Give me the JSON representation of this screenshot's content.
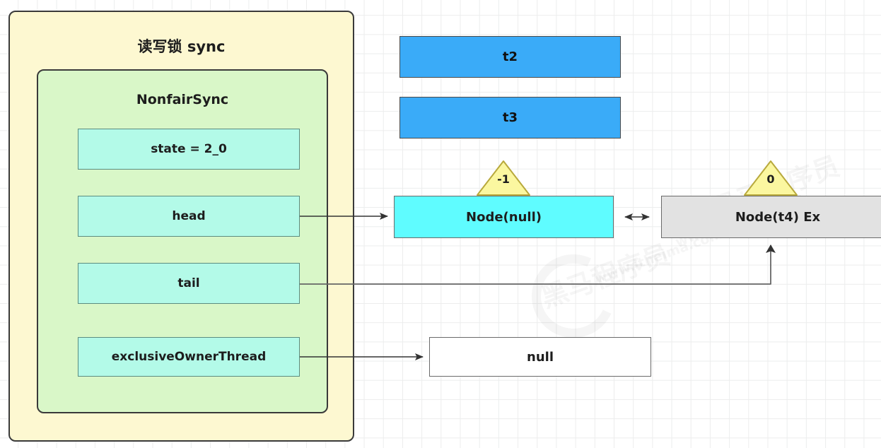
{
  "diagram": {
    "title": "读写锁 sync",
    "background": "#ffffff",
    "grid_color": "#eceded"
  },
  "outer_container": {
    "name": "读写锁 sync",
    "label": "读写锁 sync",
    "fill": "#fdf8d1",
    "stroke": "#3a3a3a"
  },
  "inner_container": {
    "label": "NonfairSync",
    "fill": "#d9f7c8",
    "stroke": "#3a3a3a"
  },
  "fields": [
    {
      "key": "state",
      "label": "state = 2_0",
      "fill": "#b3fae8"
    },
    {
      "key": "head",
      "label": "head",
      "fill": "#b3fae8"
    },
    {
      "key": "tail",
      "label": "tail",
      "fill": "#b3fae8"
    },
    {
      "key": "exclusiveOwnerThread",
      "label": "exclusiveOwnerThread",
      "fill": "#b3fae8"
    }
  ],
  "threads": [
    {
      "label": "t2",
      "fill": "#3aabf8"
    },
    {
      "label": "t3",
      "fill": "#3aabf8"
    }
  ],
  "nodes": [
    {
      "label": "Node(null)",
      "waitStatus": "-1",
      "fill": "#5ffcff"
    },
    {
      "label": "Node(t4) Ex",
      "waitStatus": "0",
      "fill": "#e2e2e2"
    }
  ],
  "owner_value": {
    "label": "null",
    "fill": "#ffffff"
  },
  "wait_status_marker": {
    "fill": "#fbf7a0",
    "stroke": "#b8b13c"
  },
  "connections": [
    {
      "from": "head",
      "to": "Node(null)",
      "style": "arrow"
    },
    {
      "from": "Node(null)",
      "to": "Node(t4) Ex",
      "style": "double-arrow"
    },
    {
      "from": "tail",
      "to": "Node(t4) Ex",
      "style": "arrow-elbow-up"
    },
    {
      "from": "exclusiveOwnerThread",
      "to": "null",
      "style": "arrow"
    }
  ],
  "watermarks": [
    {
      "text": "黑马程序员"
    },
    {
      "text": "www.itheima.com"
    }
  ]
}
